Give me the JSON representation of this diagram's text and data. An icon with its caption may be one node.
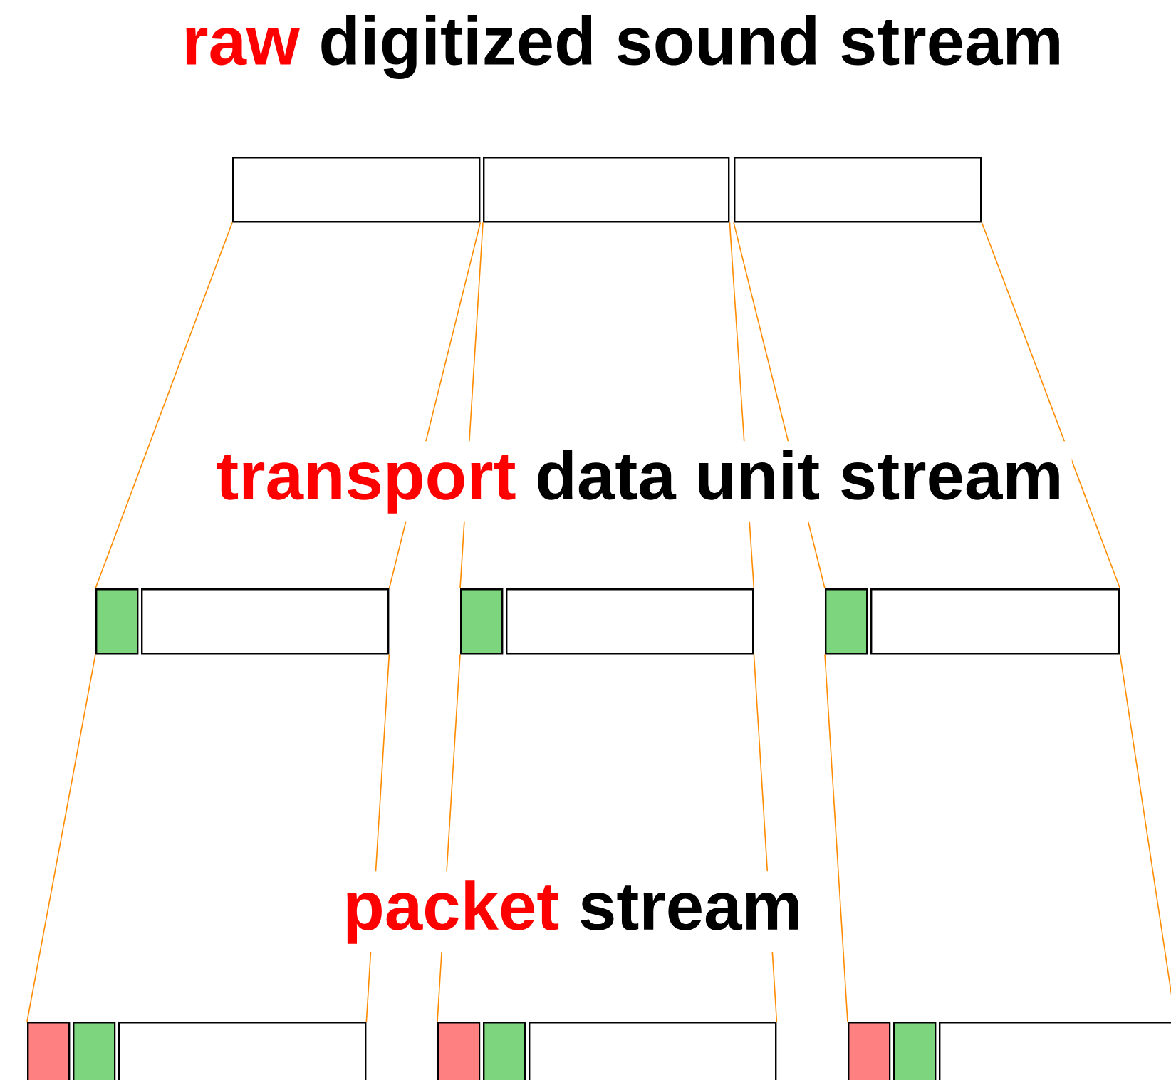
{
  "diagram": {
    "nodes": [
      {
        "text": [],
        "shape": "box"
      },
      {
        "text": [],
        "shape": "box"
      },
      {
        "text": [],
        "shape": "box"
      },
      {
        "text": [],
        "shape": "box"
      },
      {
        "text": [],
        "shape": "box"
      },
      {
        "text": [],
        "shape": "box"
      },
      {
        "text": [],
        "shape": "box"
      },
      {
        "text": [],
        "shape": "box"
      },
      {
        "text": [],
        "shape": "box"
      },
      {
        "text": [],
        "shape": "box"
      },
      {
        "text": [],
        "shape": "box"
      },
      {
        "text": [],
        "shape": "box"
      },
      {
        "text": [],
        "shape": "box"
      },
      {
        "text": [],
        "shape": "box"
      },
      {
        "text": [],
        "shape": "box"
      },
      {
        "text": [],
        "shape": "box"
      },
      {
        "text": [],
        "shape": "box"
      },
      {
        "text": [],
        "shape": "box"
      }
    ],
    "edges": [
      {
        "from": 0,
        "to": 3,
        "arrow": "none"
      },
      {
        "from": 0,
        "to": 4,
        "arrow": "none"
      },
      {
        "from": 1,
        "to": 5,
        "arrow": "none"
      },
      {
        "from": 1,
        "to": 6,
        "arrow": "none"
      },
      {
        "from": 2,
        "to": 7,
        "arrow": "none"
      },
      {
        "from": 2,
        "to": 8,
        "arrow": "none"
      },
      {
        "from": 3,
        "to": 9,
        "arrow": "none"
      },
      {
        "from": 4,
        "to": 11,
        "arrow": "none"
      },
      {
        "from": 5,
        "to": 12,
        "arrow": "none"
      },
      {
        "from": 6,
        "to": 14,
        "arrow": "none"
      },
      {
        "from": 7,
        "to": 15,
        "arrow": "none"
      },
      {
        "from": 8,
        "to": 17,
        "arrow": "none"
      }
    ],
    "labels": [
      "raw",
      "digitized sound stream",
      "transport",
      "data unit stream",
      "packet",
      "stream"
    ]
  }
}
